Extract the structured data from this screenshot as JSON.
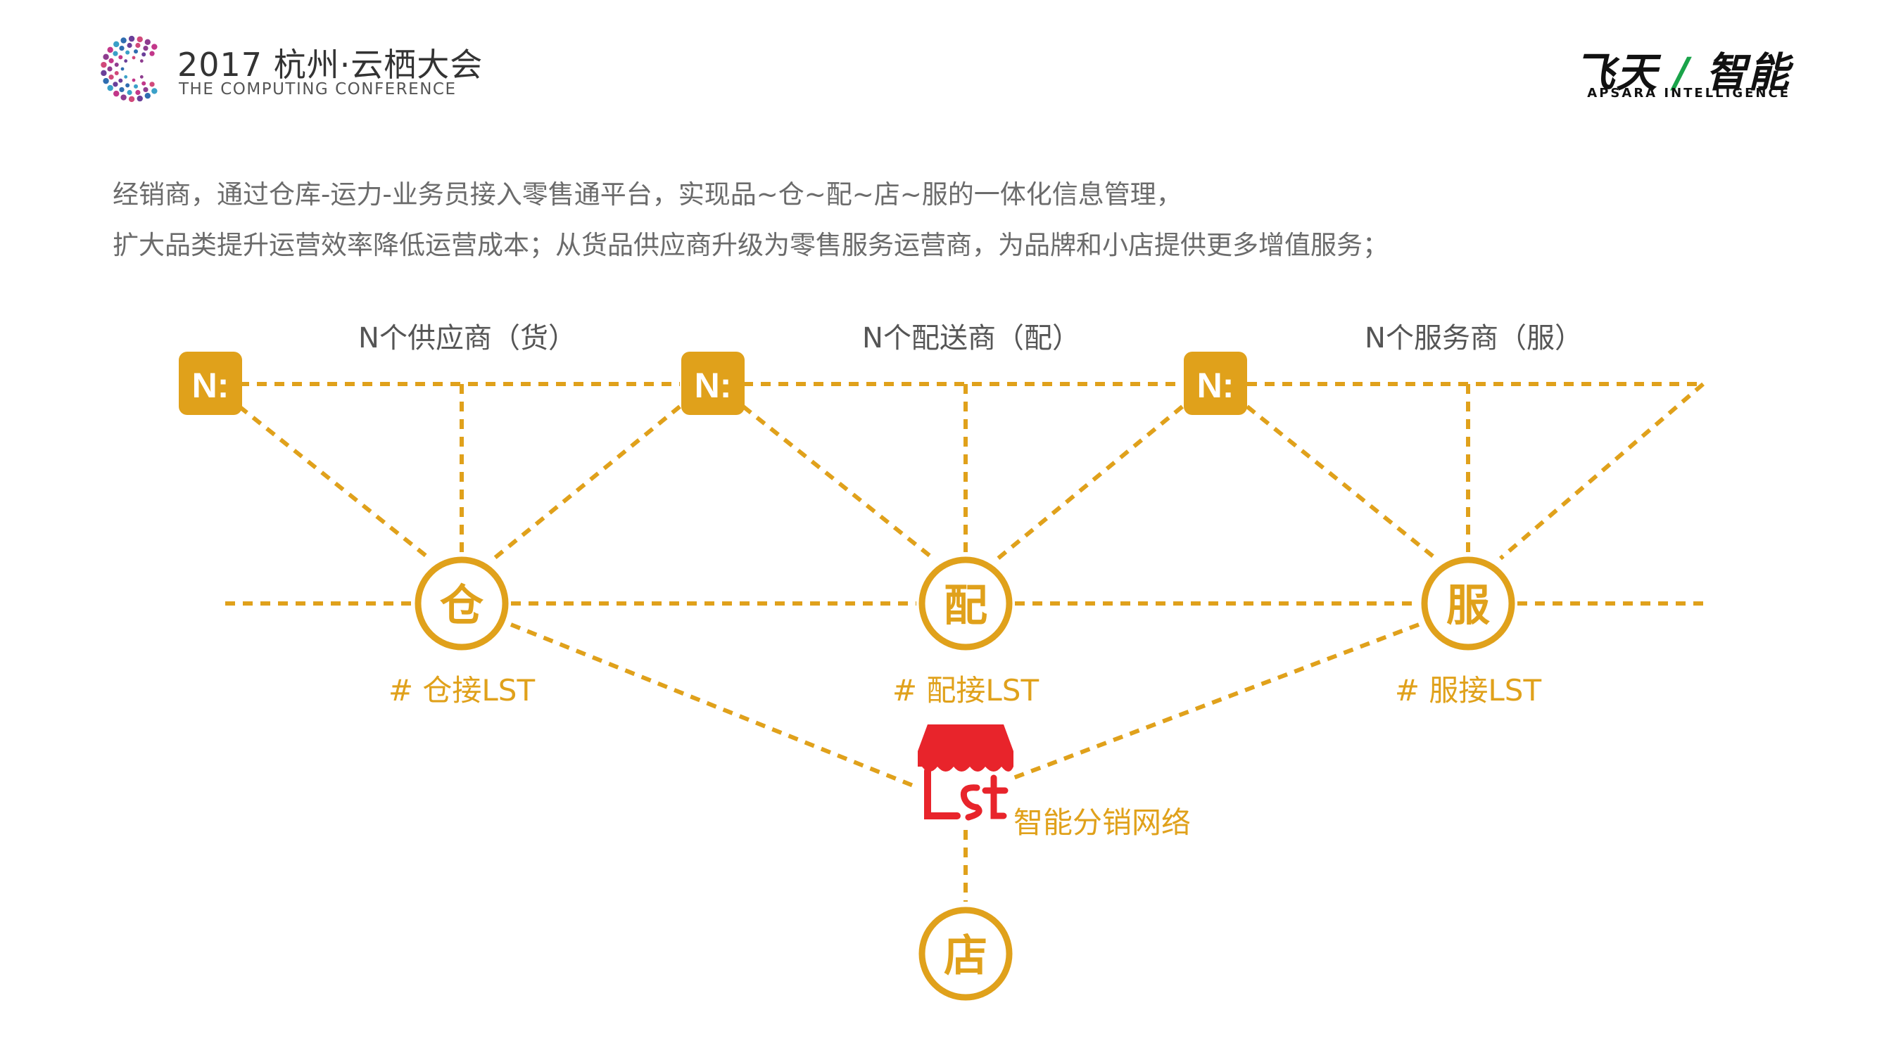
{
  "header": {
    "conference_title": "2017 杭州·云栖大会",
    "conference_subtitle": "THE COMPUTING CONFERENCE",
    "brand_name_a": "飞天",
    "brand_name_b": "智能",
    "brand_sub": "APSARA INTELLIGENCE"
  },
  "intro": {
    "line1": "经销商，通过仓库-运力-业务员接入零售通平台，实现品~仓~配~店~服的一体化信息管理，",
    "line2": "扩大品类提升运营效率降低运营成本；从货品供应商升级为零售服务运营商，为品牌和小店提供更多增值服务；"
  },
  "diagram": {
    "categories": [
      {
        "label": "N个供应商（货）",
        "badge": "N:",
        "node": "仓",
        "tag": "# 仓接LST"
      },
      {
        "label": "N个配送商（配）",
        "badge": "N:",
        "node": "配",
        "tag": "# 配接LST"
      },
      {
        "label": "N个服务商（服）",
        "badge": "N:",
        "node": "服",
        "tag": "# 服接LST"
      }
    ],
    "hub_label": "智能分销网络",
    "store_node": "店",
    "colors": {
      "accent": "#e0a11b",
      "hub": "#e8242b",
      "text": "#555555"
    }
  }
}
